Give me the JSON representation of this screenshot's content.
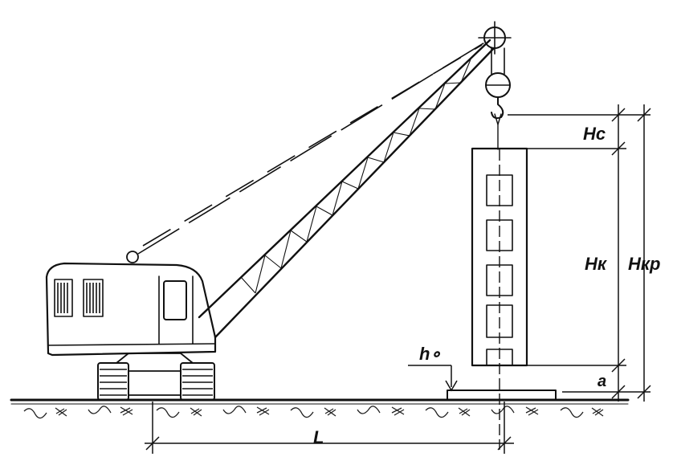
{
  "labels": {
    "hook_clearance": "Hc",
    "element_height": "Hк",
    "crane_hook_height": "Hкр",
    "install_gap": "a",
    "foundation_level": "h∘",
    "boom_reach": "L"
  },
  "colors": {
    "ink": "#111111",
    "paper": "#ffffff"
  }
}
